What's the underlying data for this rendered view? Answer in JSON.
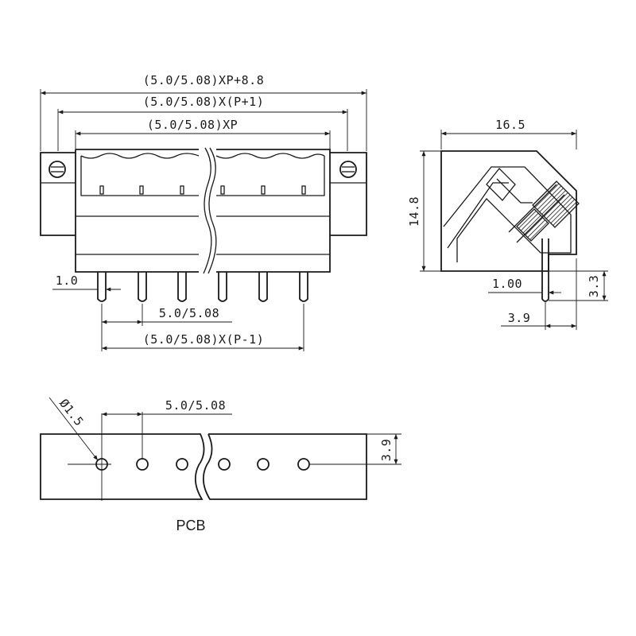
{
  "front_view": {
    "dim_overall": "(5.0/5.08)XP+8.8",
    "dim_p_plus_1": "(5.0/5.08)X(P+1)",
    "dim_xp": "(5.0/5.08)XP",
    "dim_pin_thickness": "1.0",
    "dim_pitch": "5.0/5.08",
    "dim_p_minus_1": "(5.0/5.08)X(P-1)"
  },
  "side_view": {
    "dim_depth": "16.5",
    "dim_height": "14.8",
    "dim_pin": "1.00",
    "dim_pin_length": "3.3",
    "dim_offset": "3.9"
  },
  "pcb_view": {
    "dim_hole": "Ø1.5",
    "dim_pitch": "5.0/5.08",
    "dim_edge": "3.9",
    "label": "PCB"
  }
}
